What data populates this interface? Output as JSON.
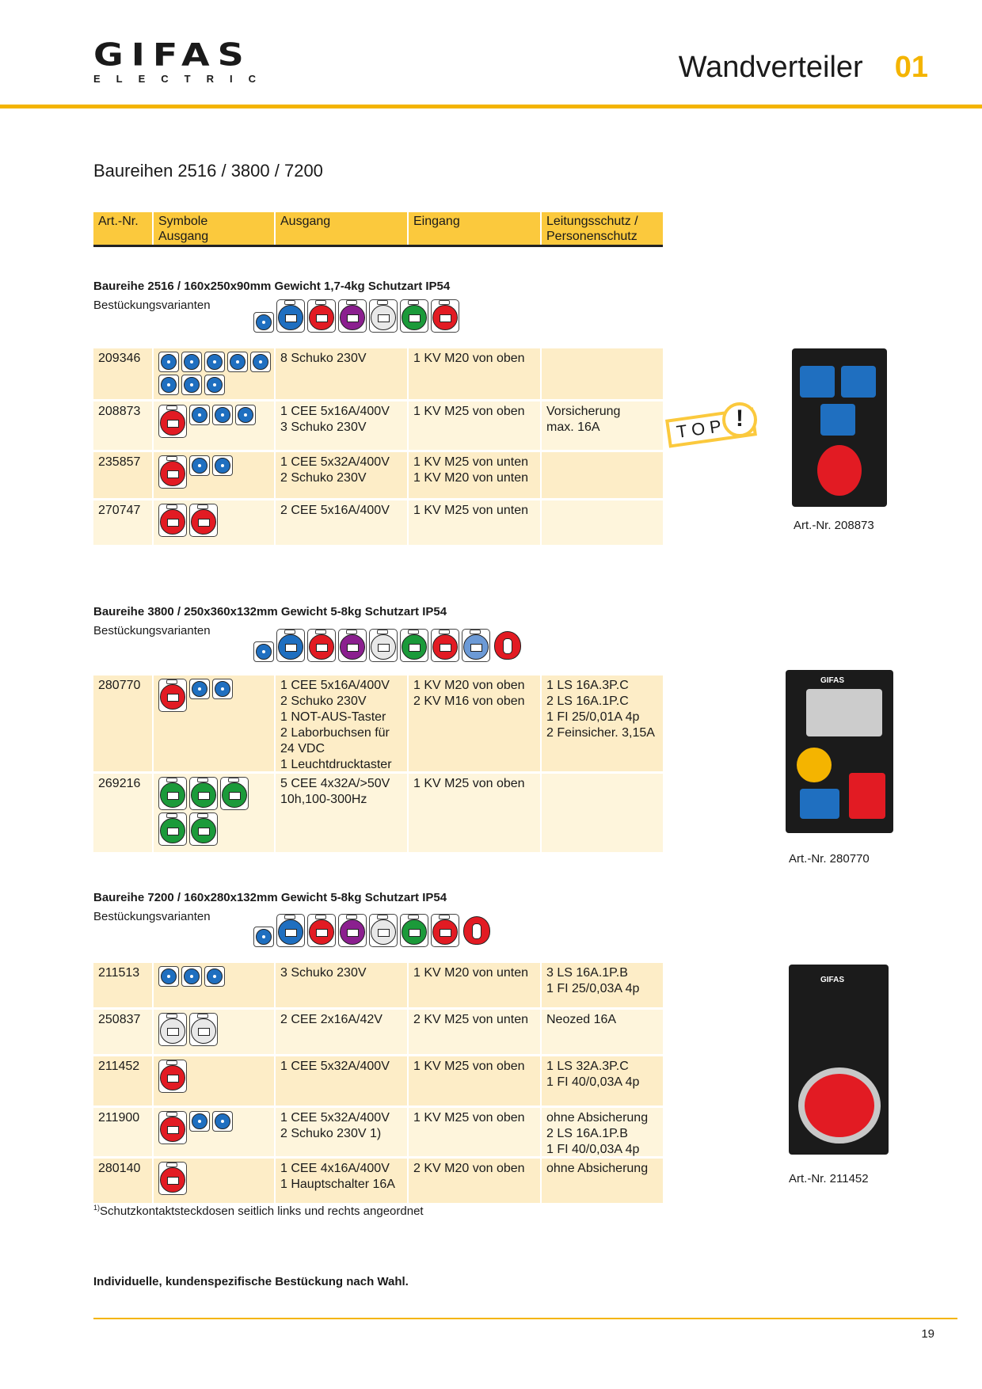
{
  "colors": {
    "accent": "#f4b400",
    "header_bg": "#fbc93d",
    "row_bg": "#fdedc7",
    "blue": "#1f6fc0",
    "red": "#e21b23",
    "purple": "#8b1f8f",
    "white": "#e8e8e8",
    "green": "#1b9a3a",
    "lightblue": "#6c9ad6"
  },
  "brand": {
    "name": "GIFAS",
    "sub": "ELECTRIC"
  },
  "page": {
    "title": "Wandverteiler",
    "chapter": "01",
    "number": "19"
  },
  "section_heading": "Baureihen 2516 / 3800 / 7200",
  "table_header": {
    "art": "Art.-Nr.",
    "symbols": "Symbole\nAusgang",
    "output": "Ausgang",
    "input": "Eingang",
    "protection": "Leitungsschutz /\nPersonenschutz"
  },
  "variants_label": "Bestückungsvarianten",
  "series": [
    {
      "title": "Baureihe 2516 / 160x250x90mm  Gewicht 1,7-4kg  Schutzart IP54",
      "variants": [
        "sk-blue",
        "cee-blue",
        "cee-red",
        "cee-purple",
        "cee-white",
        "cee-green",
        "cee-red"
      ],
      "rows": [
        {
          "art": "209346",
          "symbols": [
            "sk-blue",
            "sk-blue",
            "sk-blue",
            "sk-blue",
            "sk-blue",
            "sk-blue",
            "sk-blue",
            "sk-blue"
          ],
          "output": "8 Schuko 230V",
          "input": "1 KV M20 von oben",
          "protection": ""
        },
        {
          "art": "208873",
          "symbols": [
            "cee-red",
            "sk-blue",
            "sk-blue",
            "sk-blue"
          ],
          "output": "1 CEE 5x16A/400V\n3 Schuko 230V",
          "input": "1 KV M25 von oben",
          "protection": "Vorsicherung\nmax. 16A"
        },
        {
          "art": "235857",
          "symbols": [
            "cee-red",
            "sk-blue",
            "sk-blue"
          ],
          "output": "1 CEE 5x32A/400V\n2 Schuko 230V",
          "input": "1 KV M25 von unten\n1 KV M20 von unten",
          "protection": ""
        },
        {
          "art": "270747",
          "symbols": [
            "cee-red",
            "cee-red"
          ],
          "output": "2 CEE 5x16A/400V",
          "input": "1 KV M25 von unten",
          "protection": ""
        }
      ]
    },
    {
      "title": "Baureihe 3800 / 250x360x132mm  Gewicht 5-8kg  Schutzart IP54",
      "variants": [
        "sk-blue",
        "cee-blue",
        "cee-red",
        "cee-purple",
        "cee-white",
        "cee-green",
        "cee-red",
        "cee-lightblue",
        "big-red"
      ],
      "rows": [
        {
          "art": "280770",
          "symbols": [
            "cee-red",
            "sk-blue",
            "sk-blue"
          ],
          "output": "1 CEE 5x16A/400V\n2 Schuko 230V\n1 NOT-AUS-Taster\n2 Laborbuchsen für\n24 VDC\n1 Leuchtdrucktaster",
          "input": "1 KV M20 von oben\n2 KV M16 von oben",
          "protection": "1 LS 16A.3P.C\n2 LS 16A.1P.C\n1 FI 25/0,01A 4p\n2 Feinsicher. 3,15A"
        },
        {
          "art": "269216",
          "symbols": [
            "cee-green",
            "cee-green",
            "cee-green",
            "cee-green",
            "cee-green"
          ],
          "output": "5 CEE 4x32A/>50V\n10h,100-300Hz",
          "input": "1 KV M25 von oben",
          "protection": ""
        }
      ]
    },
    {
      "title": "Baureihe 7200 / 160x280x132mm  Gewicht 5-8kg  Schutzart IP54",
      "variants": [
        "sk-blue",
        "cee-blue",
        "cee-red",
        "cee-purple",
        "cee-white",
        "cee-green",
        "cee-red",
        "big-red"
      ],
      "rows": [
        {
          "art": "211513",
          "symbols": [
            "sk-blue",
            "sk-blue",
            "sk-blue"
          ],
          "output": "3 Schuko 230V",
          "input": "1 KV M20 von unten",
          "protection": "3 LS 16A.1P.B\n1 FI 25/0,03A 4p"
        },
        {
          "art": "250837",
          "symbols": [
            "cee-white",
            "cee-white"
          ],
          "output": "2 CEE 2x16A/42V",
          "input": "2 KV M25 von unten",
          "protection": "Neozed 16A"
        },
        {
          "art": "211452",
          "symbols": [
            "cee-red"
          ],
          "output": "1 CEE 5x32A/400V",
          "input": "1 KV M25 von oben",
          "protection": "1 LS 32A.3P.C\n1 FI 40/0,03A 4p"
        },
        {
          "art": "211900",
          "symbols": [
            "cee-red",
            "sk-blue",
            "sk-blue"
          ],
          "output": "1 CEE 5x32A/400V\n2 Schuko 230V 1)",
          "input": "1 KV M25 von oben",
          "protection": "ohne Absicherung\n2 LS 16A.1P.B\n1 FI 40/0,03A 4p"
        },
        {
          "art": "280140",
          "symbols": [
            "cee-red"
          ],
          "output": "1 CEE 4x16A/400V\n1 Hauptschalter 16A",
          "input": "2 KV M20 von oben",
          "protection": "ohne Absicherung"
        }
      ]
    }
  ],
  "badge": {
    "text": "TOP",
    "mark": "!"
  },
  "photos": [
    {
      "caption": "Art.-Nr. 208873"
    },
    {
      "caption": "Art.-Nr. 280770",
      "label": "GIFAS"
    },
    {
      "caption": "Art.-Nr. 211452",
      "label": "GIFAS"
    }
  ],
  "footnote": {
    "mark": "1)",
    "text": "Schutzkontaktsteckdosen seitlich links und rechts angeordnet"
  },
  "closing": "Individuelle, kundenspezifische Bestückung nach Wahl."
}
